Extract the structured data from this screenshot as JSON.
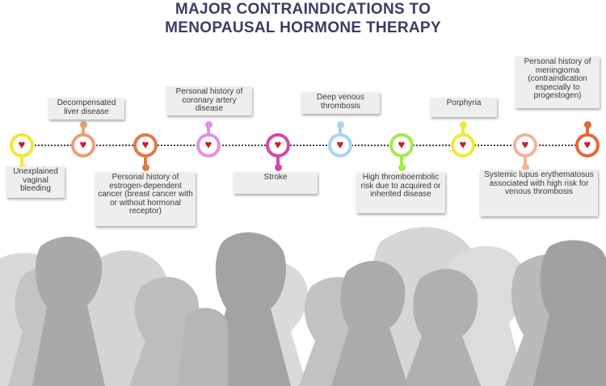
{
  "title": {
    "line1": "MAJOR CONTRAINDICATIONS TO",
    "line2": "MENOPAUSAL HORMONE THERAPY"
  },
  "heart_glyph": "♥",
  "colors": {
    "title": "#3b3e63",
    "heart": "#c8202a",
    "timeline": "#444444"
  },
  "items": [
    {
      "label": "Unexplained vaginal bleeding",
      "ring_color": "#f2e63a",
      "stem": "bottom"
    },
    {
      "label": "Decompensated liver disease",
      "ring_color": "#e6a07a",
      "stem": "top"
    },
    {
      "label": "Personal history of estrogen-dependent cancer (breast cancer with or without hormonal receptor)",
      "ring_color": "#e07a4a",
      "stem": "bottom"
    },
    {
      "label": "Personal history of coronary artery disease",
      "ring_color": "#e092e6",
      "stem": "top"
    },
    {
      "label": "Stroke",
      "ring_color": "#d24aa8",
      "stem": "bottom"
    },
    {
      "label": "Deep venous thrombosis",
      "ring_color": "#a8d4f4",
      "stem": "top"
    },
    {
      "label": "High thromboembolic risk due to acquired or inherited disease",
      "ring_color": "#a6e84e",
      "stem": "bottom"
    },
    {
      "label": "Porphyria",
      "ring_color": "#ecea3a",
      "stem": "top"
    },
    {
      "label": "Systemic lupus erythematosus associated with high risk for venous thrombosis",
      "ring_color": "#f1b49a",
      "stem": "bottom"
    },
    {
      "label": "Personal history of meningioma (contraindication especially to progestogen)",
      "ring_color": "#e06a3a",
      "stem": "top"
    }
  ]
}
